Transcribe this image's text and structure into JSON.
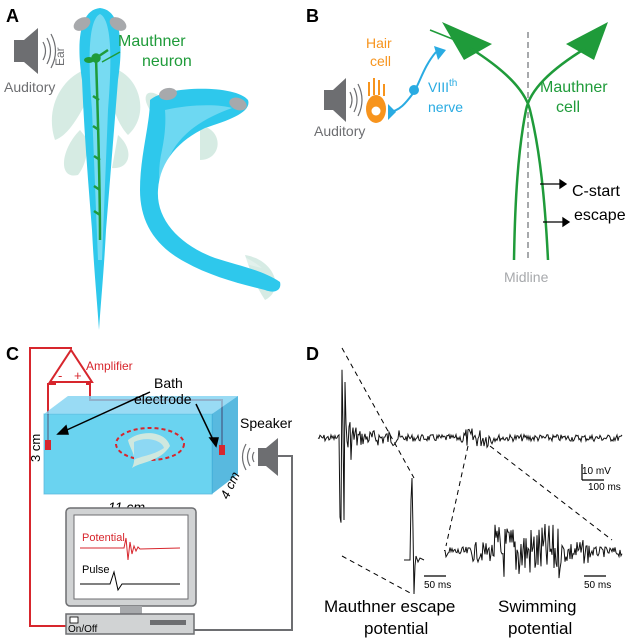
{
  "panels": {
    "a": {
      "letter": "A",
      "auditory": "Auditory",
      "ear": "Ear",
      "neuron_line1": "Mauthner",
      "neuron_line2": "neuron"
    },
    "b": {
      "letter": "B",
      "hair_line1": "Hair",
      "hair_line2": "cell",
      "nerve_roman": "VIII",
      "nerve_sup": "th",
      "nerve_word": "nerve",
      "auditory": "Auditory",
      "mcell_line1": "Mauthner",
      "mcell_line2": "cell",
      "cstart_line1": "C-start",
      "cstart_line2": "escape",
      "midline": "Midline"
    },
    "c": {
      "letter": "C",
      "amplifier": "Amplifier",
      "minus": "-",
      "plus": "+",
      "bath_line1": "Bath",
      "bath_line2": "electrode",
      "speaker": "Speaker",
      "dim_height": "3 cm",
      "dim_length": "11 cm",
      "dim_depth": "4 cm",
      "screen_potential": "Potential",
      "screen_pulse": "Pulse",
      "switch_label": "On/Off"
    },
    "d": {
      "letter": "D",
      "scale_mv": "10 mV",
      "scale_ms_main": "100 ms",
      "scale_ms_left": "50 ms",
      "scale_ms_right": "50 ms",
      "escape_line1": "Mauthner escape",
      "escape_line2": "potential",
      "swim_line1": "Swimming",
      "swim_line2": "potential"
    }
  },
  "colors": {
    "fish": "#2ec8ec",
    "fish_dark": "#1a9fd0",
    "fin": "#cfe8df",
    "mauthner": "#1f9b3a",
    "hair_cell": "#f7941d",
    "nerve": "#29abe2",
    "amplifier": "#d7262d",
    "grey": "#6d6e71",
    "trace": "#111111"
  }
}
